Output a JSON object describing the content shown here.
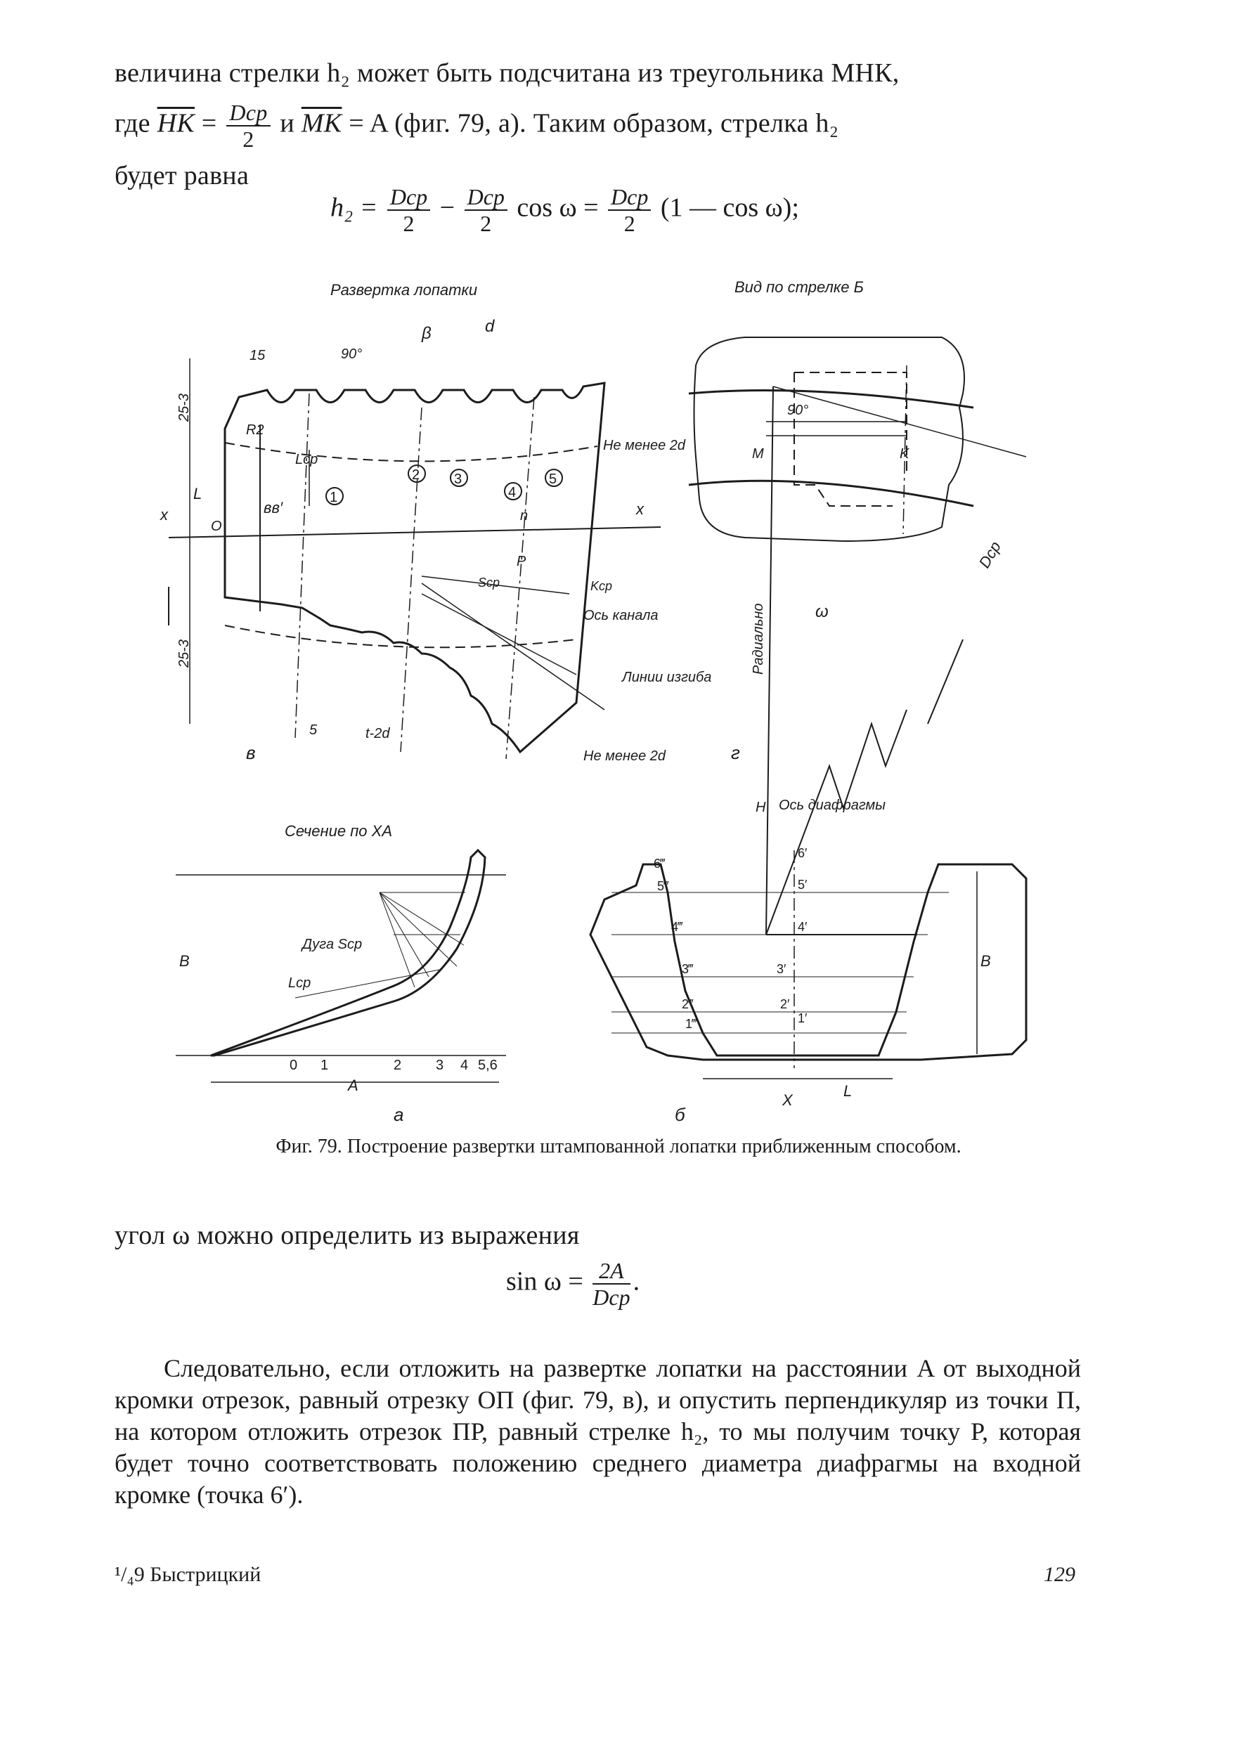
{
  "text": {
    "line1": "величина  стрелки h₂ может быть подсчитана из треугольника МНК,",
    "line2_pre": "где ",
    "hk": "HK",
    "eq_sign": " = ",
    "dcp": "Dср",
    "two": "2",
    "and_mk": "  и  ",
    "mk": "MK",
    "line2_post": " = A  (фиг. 79, a).  Таким образом,  стрелка  h₂",
    "line3": "будет равна",
    "formula_h2": "h₂ =",
    "formula_minus": "−",
    "formula_cos": "cos ω =",
    "formula_tail": "(1 — cos ω);",
    "caption": "Фиг. 79. Построение развертки штампованной лопатки приближенным способом.",
    "angle_line": "угол ω можно определить из выражения",
    "sin_pre": "sin ω =",
    "twoA": "2A",
    "sin_tail": ".",
    "paragraph": "Следовательно, если отложить на развертке лопатки на расстоянии A от выходной кромки отрезок, равный отрезку ОП (фиг. 79, в), и опустить перпендикуляр из точки П, на котором отложить отрезок ПР, равный стрелке h₂, то мы получим точку P, которая будет точно соответствовать положению среднего диаметра диафрагмы на входной кромке (точка 6′).",
    "footer_left": "¹/₄9  Быстрицкий",
    "page_number": "129"
  },
  "figure": {
    "title_unfold": "Развертка лопатки",
    "title_view": "Вид по стрелке Б",
    "title_section": "Сечение по XA",
    "label_v": "в",
    "label_g": "г",
    "label_a": "a",
    "label_b": "б",
    "not_less": "Не менее 2d",
    "not_less2": "Не менее 2d",
    "channel_axis": "Ось канала",
    "bend_lines": "Линии изгиба",
    "radially": "Радиально",
    "diaphragm_axis": "Ось диафрагмы",
    "arc_scp": "Дуга Sср",
    "lcp": "Lср",
    "dim_L": "L",
    "dim_B": "B",
    "dim_A": "A",
    "dim_X": "X",
    "dim_d": "d",
    "dim_beta": "β",
    "dim_omega": "ω",
    "dim_Dcp": "Dср",
    "dim_90": "90°",
    "dim_15": "15",
    "dim_5": "5",
    "dim_t2d": "t-2d",
    "dim_R2": "R2",
    "dim_253": "25-3",
    "pt_O": "O",
    "pt_P": "P",
    "pt_n": "n",
    "pt_H": "H",
    "pt_M": "M",
    "pt_K": "K",
    "pt_x": "x",
    "bb": "вв′",
    "kcp": "Kср",
    "scp": "Sср",
    "points_bottom": [
      "0",
      "1",
      "2",
      "3",
      "4",
      "5,6"
    ],
    "points_mid": [
      "1′",
      "2′",
      "3′",
      "4′",
      "5′",
      "6′"
    ],
    "points_tt": [
      "1‴",
      "2‴",
      "3‴",
      "4‴",
      "5‴",
      "6‴"
    ],
    "circles": [
      "1",
      "2",
      "3",
      "4",
      "5"
    ]
  }
}
